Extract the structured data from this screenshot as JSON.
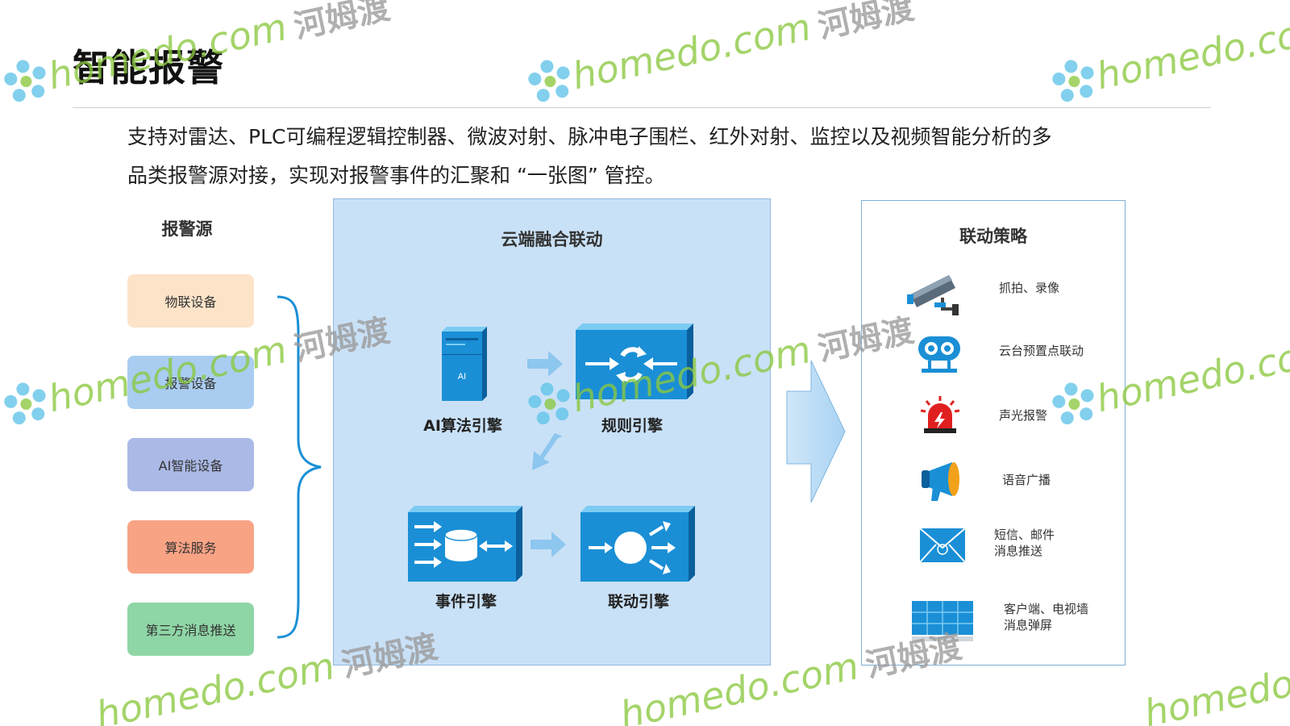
{
  "header": {
    "title": "智能报警",
    "intro_line1": "支持对雷达、PLC可编程逻辑控制器、微波对射、脉冲电子围栏、红外对射、监控以及视频智能分析的多",
    "intro_line2": "品类报警源对接，实现对报警事件的汇聚和 “一张图” 管控。"
  },
  "sources": {
    "heading": "报警源",
    "items": [
      {
        "label": "物联设备",
        "color": "#fde3c8"
      },
      {
        "label": "报警设备",
        "color": "#a9cdf0"
      },
      {
        "label": "AI智能设备",
        "color": "#aab9e6"
      },
      {
        "label": "算法服务",
        "color": "#f9a385"
      },
      {
        "label": "第三方消息推送",
        "color": "#8fd6a6"
      }
    ]
  },
  "cloud": {
    "heading": "云端融合联动",
    "engines": {
      "ai": "AI算法引擎",
      "ai_badge": "AI",
      "rules": "规则引擎",
      "event": "事件引擎",
      "linkage": "联动引擎"
    }
  },
  "strategy": {
    "heading": "联动策略",
    "items": [
      {
        "line1": "抓拍、录像",
        "line2": "",
        "icon": "cctv-camera-icon"
      },
      {
        "line1": "云台预置点联动",
        "line2": "",
        "icon": "ptz-robot-icon"
      },
      {
        "line1": "声光报警",
        "line2": "",
        "icon": "siren-icon"
      },
      {
        "line1": "语音广播",
        "line2": "",
        "icon": "megaphone-icon"
      },
      {
        "line1": "短信、邮件",
        "line2": "消息推送",
        "icon": "mail-icon"
      },
      {
        "line1": "客户端、电视墙",
        "line2": "消息弹屏",
        "icon": "video-wall-icon"
      }
    ]
  },
  "watermark": {
    "brand": "homedo.com",
    "cn": "河姆渡"
  },
  "colors": {
    "accent_blue": "#1a8fd6",
    "panel_blue": "#c9e1f7",
    "watermark_green": "#8bc83f"
  }
}
